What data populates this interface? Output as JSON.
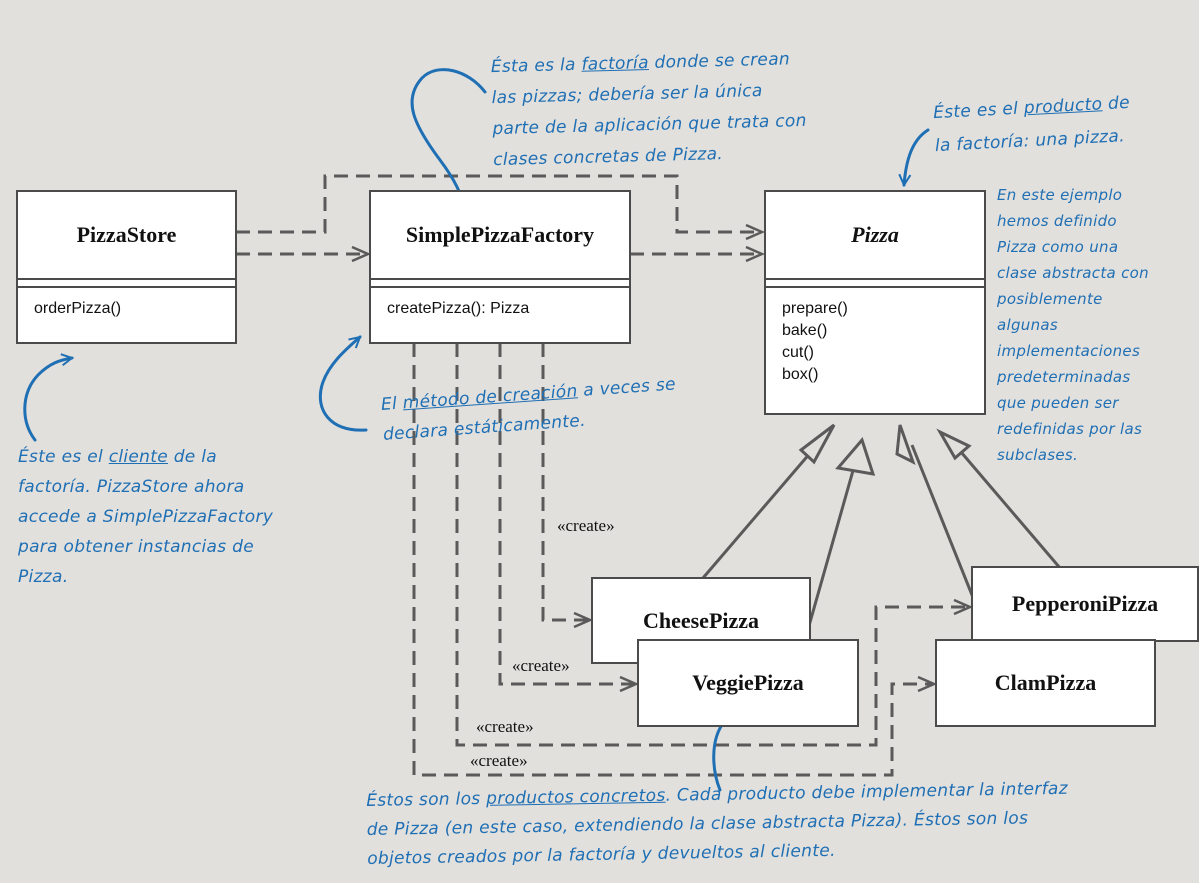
{
  "classes": {
    "pizza_store": {
      "name": "PizzaStore",
      "methods": [
        "orderPizza()"
      ]
    },
    "simple_pizza_factory": {
      "name": "SimplePizzaFactory",
      "methods": [
        "createPizza(): Pizza"
      ]
    },
    "pizza": {
      "name": "Pizza",
      "methods": [
        "prepare()",
        "bake()",
        "cut()",
        "box()"
      ]
    },
    "cheese_pizza": {
      "name": "CheesePizza"
    },
    "veggie_pizza": {
      "name": "VeggiePizza"
    },
    "clam_pizza": {
      "name": "ClamPizza"
    },
    "pepperoni_pizza": {
      "name": "PepperoniPizza"
    }
  },
  "stereotypes": [
    "«create»",
    "«create»",
    "«create»",
    "«create»"
  ],
  "notes": {
    "factory": {
      "l1_pre": "Ésta es la ",
      "l1_u": "factoría",
      "l1_post": " donde se crean",
      "l2": "las pizzas; debería ser la única",
      "l3": "parte de la aplicación que trata con",
      "l4": "clases concretas de Pizza."
    },
    "product": {
      "l1_pre": "Éste es el ",
      "l1_u": "producto",
      "l1_post": " de",
      "l2": "la factoría: una pizza."
    },
    "abstract": {
      "lines": [
        "En este ejemplo",
        "hemos definido",
        "Pizza como una",
        "clase abstracta con",
        "posiblemente",
        "algunas",
        "implementaciones",
        "predeterminadas",
        "que pueden ser",
        "redefinidas por las",
        "subclases."
      ]
    },
    "client": {
      "l1_pre": "Éste es el ",
      "l1_u": "cliente",
      "l1_post": " de la",
      "l2": "factoría. PizzaStore ahora",
      "l3": "accede a SimplePizzaFactory",
      "l4": "para obtener instancias de",
      "l5": "Pizza."
    },
    "creation_method": {
      "l1_pre": "El ",
      "l1_u": "método de creación",
      "l1_post": " a veces se",
      "l2": "declara estáticamente."
    },
    "concrete": {
      "l1_pre": "Éstos son los ",
      "l1_u": "productos concretos",
      "l1_post": ". Cada producto debe implementar la interfaz",
      "l2": "de Pizza (en este caso, extendiendo la clase abstracta Pizza). Éstos son los",
      "l3": "objetos creados por la factoría y devueltos al cliente."
    }
  },
  "colors": {
    "background": "#e2e0dd",
    "line": "#5a5a5a",
    "annotation": "#1f6fb4",
    "box_border": "#4b4b4b"
  }
}
